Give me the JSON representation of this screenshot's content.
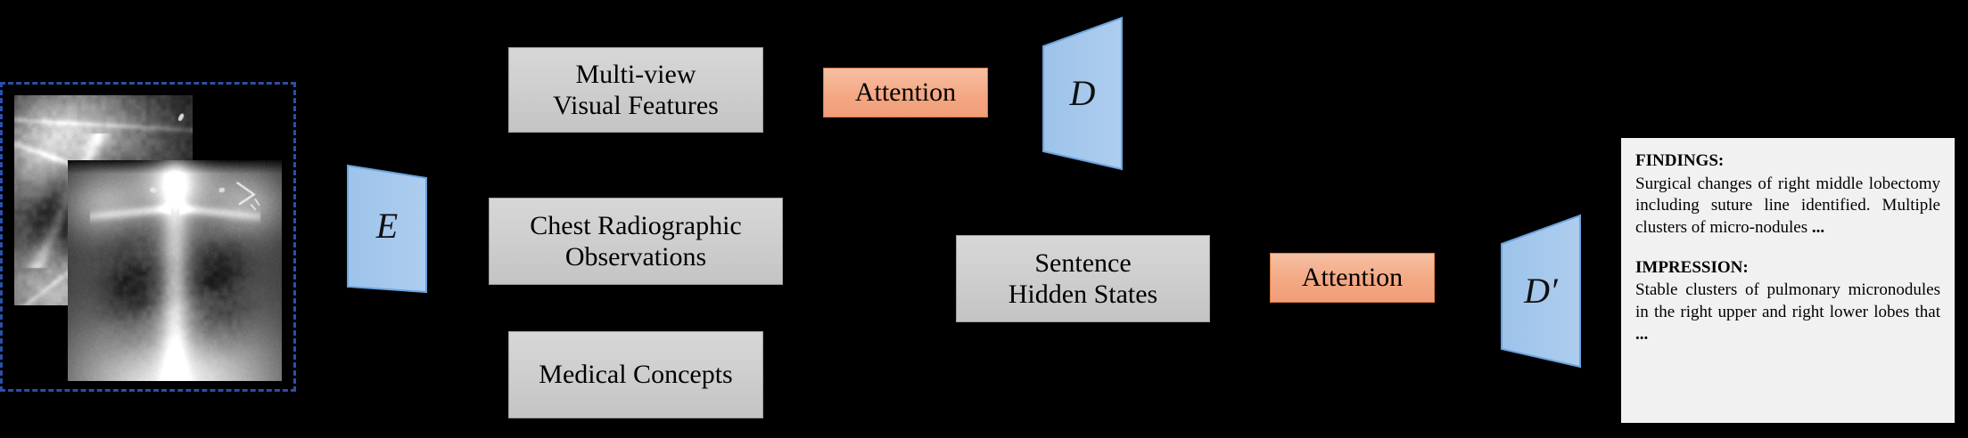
{
  "diagram": {
    "title": "Multi-view chest X-ray report generation pipeline",
    "background_color": "#000000"
  },
  "xray_panel": {
    "name": "multi-view-chest-xray-input",
    "border_color": "#2a4fa8",
    "border_style": "dashed",
    "views": [
      {
        "label": "lateral-chest-xray"
      },
      {
        "label": "frontal-chest-xray"
      }
    ]
  },
  "boxes": {
    "multiview": {
      "line1": "Multi-view",
      "line2": "Visual Features",
      "fill": "#cfcfcf"
    },
    "observations": {
      "line1": "Chest Radiographic",
      "line2": "Observations",
      "fill": "#cfcfcf"
    },
    "concepts": {
      "line1": "Medical Concepts",
      "line2": "",
      "fill": "#cfcfcf"
    },
    "hidden_states": {
      "line1": "Sentence",
      "line2": "Hidden States",
      "fill": "#cfcfcf"
    }
  },
  "attention": {
    "first": {
      "label": "Attention",
      "fill": "#f4a883"
    },
    "second": {
      "label": "Attention",
      "fill": "#f4a883"
    }
  },
  "modules": {
    "encoder": {
      "symbol": "E",
      "fill": "#a3c6ea"
    },
    "decoder": {
      "symbol": "D",
      "fill": "#a3c6ea"
    },
    "decoder_prime": {
      "symbol": "D′",
      "fill": "#a3c6ea"
    }
  },
  "report": {
    "findings_heading": "FINDINGS:",
    "findings_text": "Surgical changes of right middle lobectomy including suture line identified. Multiple clusters of micro-nodules ",
    "findings_ellipsis": "...",
    "impression_heading": "IMPRESSION:",
    "impression_text": "Stable clusters of pulmonary micronodules in the right upper and right lower lobes that ",
    "impression_ellipsis": "...",
    "background": "#f1f1f1"
  }
}
